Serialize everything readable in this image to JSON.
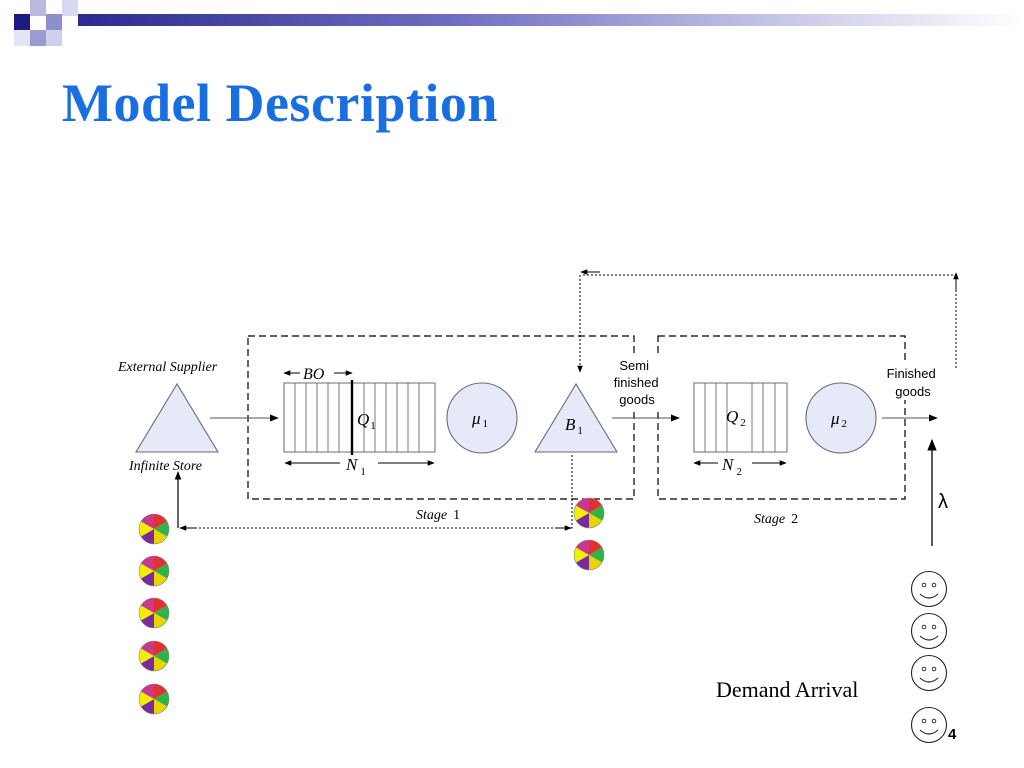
{
  "slide": {
    "title": "Model Description",
    "page_number": "4"
  },
  "diagram": {
    "external_supplier_label": "External Supplier",
    "infinite_store_label": "Infinite Store",
    "bo_label": "BO",
    "q1": {
      "main": "Q",
      "sub": "1"
    },
    "n1": {
      "main": "N",
      "sub": "1"
    },
    "mu1": {
      "main": "μ",
      "sub": "1"
    },
    "b1": {
      "main": "B",
      "sub": "1"
    },
    "semi_finished": [
      "Semi",
      "finished",
      "goods"
    ],
    "q2": {
      "main": "Q",
      "sub": "2"
    },
    "n2": {
      "main": "N",
      "sub": "2"
    },
    "mu2": {
      "main": "μ",
      "sub": "2"
    },
    "finished_goods": [
      "Finished",
      "goods"
    ],
    "stage1": {
      "main": "Stage",
      "num": "1"
    },
    "stage2": {
      "main": "Stage",
      "num": "2"
    },
    "lambda": "λ",
    "demand_arrival": "Demand Arrival"
  },
  "colors": {
    "title": "#1a6fe0",
    "shape_fill": "#e6e9f7",
    "stroke": "#6b6b7a"
  }
}
